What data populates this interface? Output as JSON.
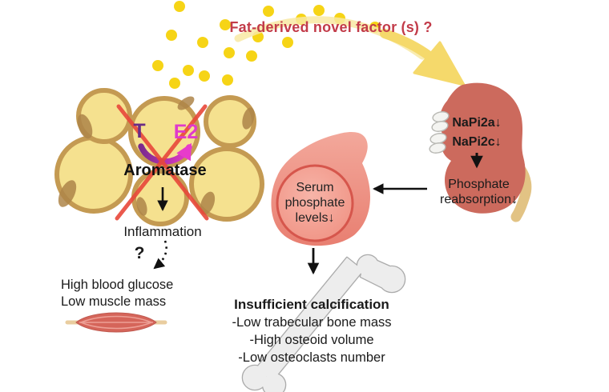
{
  "top": {
    "label": "Fat-derived novel factor (s) ?"
  },
  "adipose": {
    "substrate_label": "T",
    "product_label": "E2",
    "enzyme_label": "Aromatase",
    "downstream_label": "Inflammation",
    "question_label": "?",
    "effect_line1": "High blood glucose",
    "effect_line2": "Low muscle mass"
  },
  "serum": {
    "line1": "Serum",
    "line2": "phosphate",
    "line3": "levels↓"
  },
  "kidney": {
    "transporter_a": "NaPi2a↓",
    "transporter_c": "NaPi2c↓",
    "process_line1": "Phosphate",
    "process_line2": "reabsorption↓"
  },
  "bone": {
    "title": "Insufficient calcification",
    "items": [
      "-Low trabecular bone mass",
      "-High osteoid volume",
      "-Low osteoclasts number"
    ]
  },
  "colors": {
    "factor_text": "#C23B49",
    "dot_yellow": "#F6D416",
    "arrow_yellow": "#F5D96B",
    "adipocyte_fill": "#F5E18F",
    "adipocyte_border": "#C49A52",
    "kidney_fill": "#CC6A5D",
    "ureter_tan": "#E2C384",
    "serum_fill": "#F19788",
    "substrate_purple": "#6A2C85",
    "product_magenta": "#E03ACB",
    "inhibit_red": "#E8483A",
    "muscle_red": "#D5655A",
    "bone_gray": "#EDEDED"
  }
}
